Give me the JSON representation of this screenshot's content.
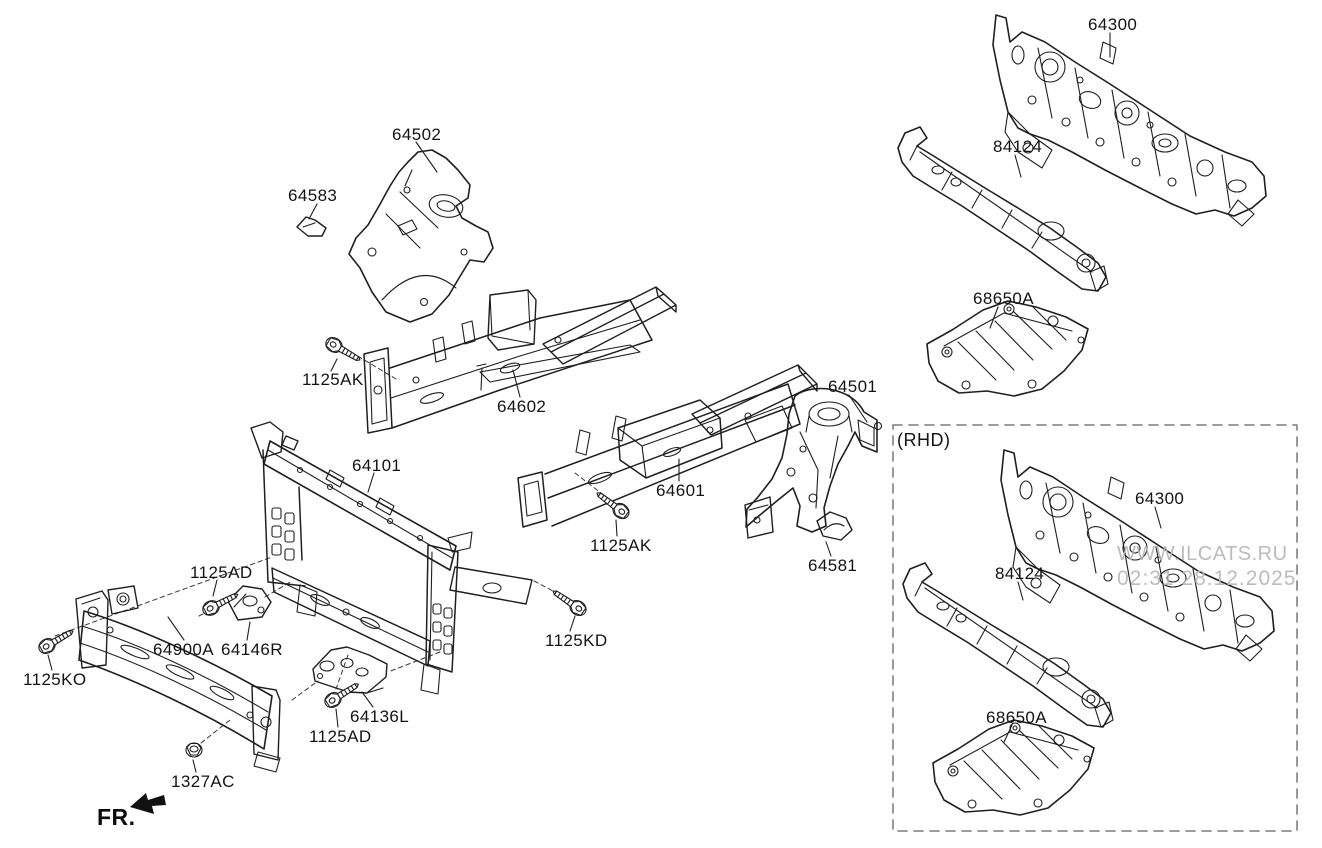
{
  "page": {
    "background": "#ffffff",
    "line_color": "#1f1f1f",
    "dashed_box_color": "#8f8f8f",
    "watermark_color": "#b5b5b5"
  },
  "watermark": {
    "line1": "WWW.ILCATS.RU",
    "line2": "02:31 28.12.2025"
  },
  "annotations": {
    "rhd_label": "(RHD)",
    "fr_label": "FR."
  },
  "part_labels": [
    {
      "part": "64502",
      "text": "64502"
    },
    {
      "part": "64583",
      "text": "64583"
    },
    {
      "part": "1125AK",
      "text": "1125AK"
    },
    {
      "part": "64602",
      "text": "64602"
    },
    {
      "part": "64101",
      "text": "64101"
    },
    {
      "part": "64501",
      "text": "64501"
    },
    {
      "part": "64601",
      "text": "64601"
    },
    {
      "part": "1125AK",
      "text": "1125AK"
    },
    {
      "part": "64581",
      "text": "64581"
    },
    {
      "part": "1125AD",
      "text": "1125AD"
    },
    {
      "part": "64900A",
      "text": "64900A"
    },
    {
      "part": "64146R",
      "text": "64146R"
    },
    {
      "part": "1125KO",
      "text": "1125KO"
    },
    {
      "part": "1125KD",
      "text": "1125KD"
    },
    {
      "part": "64136L",
      "text": "64136L"
    },
    {
      "part": "1125AD",
      "text": "1125AD"
    },
    {
      "part": "1327AC",
      "text": "1327AC"
    },
    {
      "part": "64300",
      "text": "64300"
    },
    {
      "part": "84124",
      "text": "84124"
    },
    {
      "part": "68650A",
      "text": "68650A"
    },
    {
      "part": "64300",
      "text": "64300"
    },
    {
      "part": "84124",
      "text": "84124"
    },
    {
      "part": "68650A",
      "text": "68650A"
    }
  ]
}
